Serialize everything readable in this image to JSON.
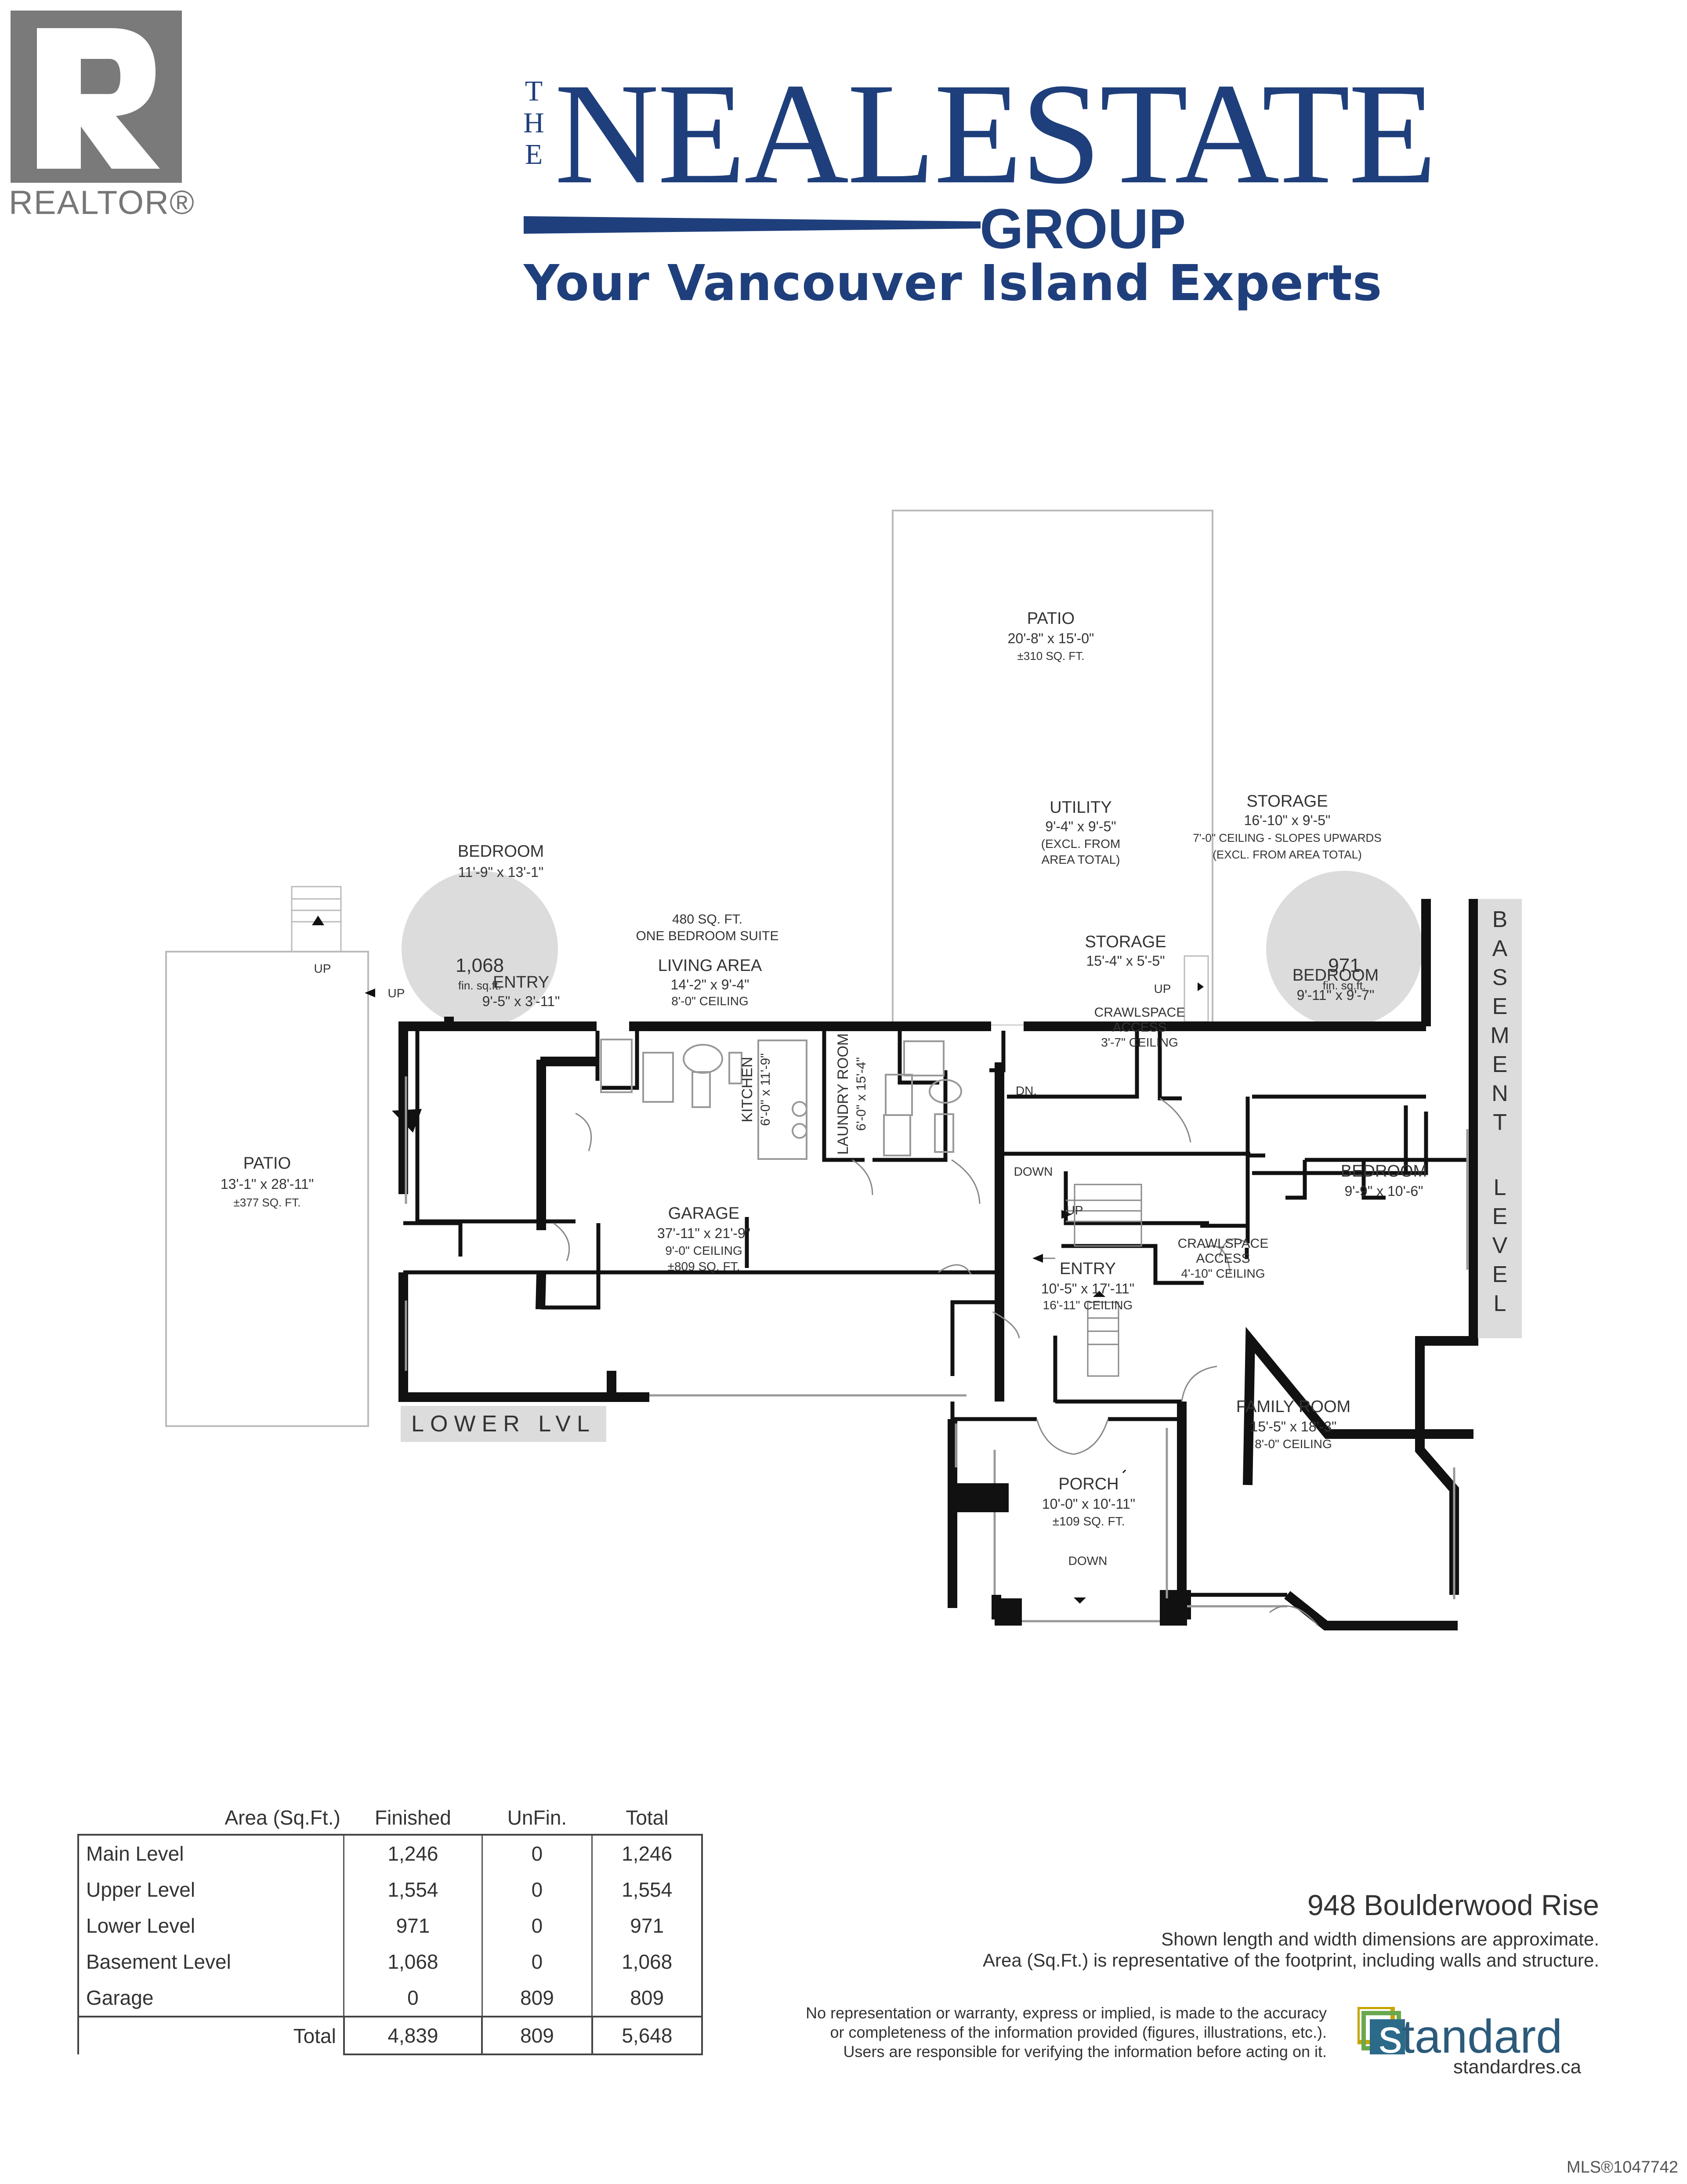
{
  "header": {
    "realtor_mark": "REALTOR®",
    "brand_the": [
      "T",
      "H",
      "E"
    ],
    "brand_name": "NEALESTATE",
    "brand_group": "GROUP",
    "brand_tagline": "Your Vancouver Island Experts"
  },
  "plan": {
    "badges": [
      {
        "value": "1,068",
        "unit": "fin. sq.ft."
      },
      {
        "value": "971",
        "unit": "fin. sq.ft."
      }
    ],
    "level_tags": {
      "lower": "LOWER LVL",
      "basement": [
        "B",
        "A",
        "S",
        "E",
        "M",
        "E",
        "N",
        "T",
        "",
        "L",
        "E",
        "V",
        "E",
        "L"
      ]
    },
    "rooms": {
      "patio_top": {
        "name": "PATIO",
        "dims": "20'-8\" x 15'-0\"",
        "area": "±310 SQ. FT."
      },
      "patio_left": {
        "name": "PATIO",
        "dims": "13'-1\" x 28'-11\"",
        "area": "±377 SQ. FT."
      },
      "bedroom1": {
        "name": "BEDROOM",
        "dims": "11'-9\" x 13'-1\""
      },
      "kitchen": {
        "name": "KITCHEN",
        "dims": "6'-0\" x 11'-9\""
      },
      "suite": {
        "area": "480 SQ. FT.",
        "note": "ONE BEDROOM SUITE"
      },
      "laundry": {
        "name": "LAUNDRY ROOM",
        "dims": "6'-0\" x 15'-4\""
      },
      "utility": {
        "name": "UTILITY",
        "dims": "9'-4\" x 9'-5\"",
        "note1": "(EXCL. FROM",
        "note2": "AREA TOTAL)"
      },
      "storage1": {
        "name": "STORAGE",
        "dims": "16'-10\" x 9'-5\"",
        "note1": "7'-0\" CEILING - SLOPES UPWARDS",
        "note2": "(EXCL. FROM AREA TOTAL)"
      },
      "entry1": {
        "name": "ENTRY",
        "dims": "9'-5\" x 3'-11\""
      },
      "living": {
        "name": "LIVING AREA",
        "dims": "14'-2\" x 9'-4\"",
        "ceiling": "8'-0\" CEILING"
      },
      "storage2": {
        "name": "STORAGE",
        "dims": "15'-4\" x 5'-5\""
      },
      "crawl1": {
        "line1": "CRAWLSPACE",
        "line2": "ACCESS",
        "line3": "3'-7\" CEILING"
      },
      "bedroom2": {
        "name": "BEDROOM",
        "dims": "9'-11\" x 9'-7\""
      },
      "bedroom3": {
        "name": "BEDROOM",
        "dims": "9'-9\" x 10'-6\""
      },
      "garage": {
        "name": "GARAGE",
        "dims": "37'-11\" x 21'-9\"",
        "ceiling": "9'-0\" CEILING",
        "area": "±809 SQ. FT."
      },
      "entry2": {
        "name": "ENTRY",
        "dims": "10'-5\" x 17'-11\"",
        "ceiling": "16'-11\" CEILING"
      },
      "crawl2": {
        "line1": "CRAWLSPACE",
        "line2": "ACCESS",
        "line3": "4'-10\" CEILING"
      },
      "family": {
        "name": "FAMILY ROOM",
        "dims": "15'-5\" x 18'-3\"",
        "ceiling": "8'-0\" CEILING"
      },
      "porch": {
        "name": "PORCH",
        "dims": "10'-0\" x 10'-11\"",
        "area": "±109 SQ. FT."
      }
    },
    "stair_labels": {
      "up": "UP",
      "dn": "DN.",
      "down": "DOWN"
    }
  },
  "area_table": {
    "headers": [
      "Area (Sq.Ft.)",
      "Finished",
      "UnFin.",
      "Total"
    ],
    "rows": [
      [
        "Main Level",
        "1,246",
        "0",
        "1,246"
      ],
      [
        "Upper Level",
        "1,554",
        "0",
        "1,554"
      ],
      [
        "Lower Level",
        "971",
        "0",
        "971"
      ],
      [
        "Basement Level",
        "1,068",
        "0",
        "1,068"
      ],
      [
        "Garage",
        "0",
        "809",
        "809"
      ]
    ],
    "total": [
      "Total",
      "4,839",
      "809",
      "5,648"
    ]
  },
  "footer": {
    "address": "948 Boulderwood Rise",
    "note1": "Shown length and width dimensions are approximate.",
    "note2": "Area (Sq.Ft.) is representative of the footprint, including walls and structure.",
    "disclaimer": [
      "No representation or warranty, express or implied, is made to the accuracy",
      "or completeness of the information provided (figures, illustrations, etc.).",
      "Users are responsible for verifying the information before acting on it."
    ],
    "standard_logo": "standard",
    "standard_url": "standardres.ca",
    "mls": "MLS®1047742"
  }
}
